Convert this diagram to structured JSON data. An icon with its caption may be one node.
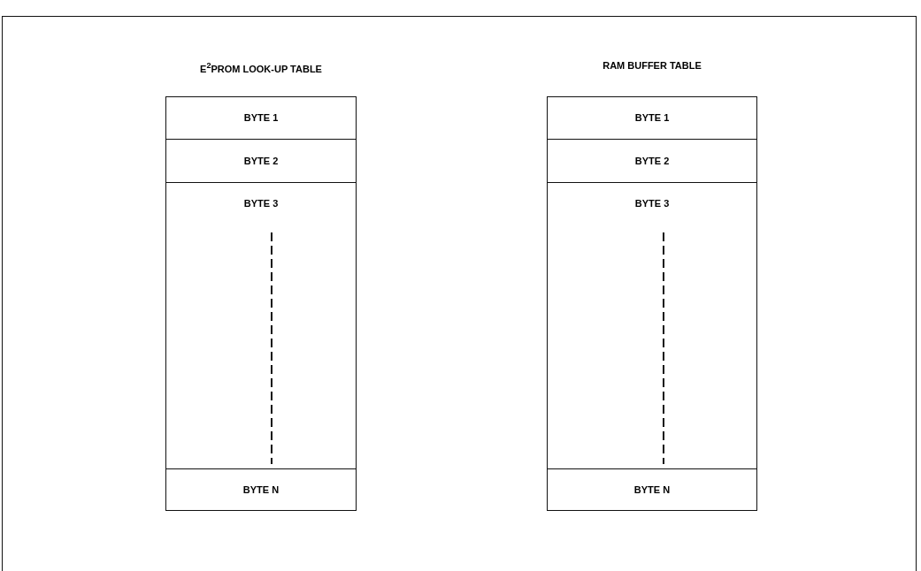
{
  "diagram": {
    "nodes": [
      {
        "text": [
          "E$^{2}$PROM LOOK-UP TABLE"
        ]
      },
      {
        "text": [
          "BYTE 1"
        ],
        "in": 0
      },
      {
        "text": [
          "BYTE 2"
        ],
        "in": 0
      },
      {
        "text": [
          "BYTE 3"
        ],
        "in": 0
      },
      {
        "text": [
          "BYTE N"
        ],
        "in": 0
      },
      {
        "text": [
          "RAM BUFFER TABLE"
        ]
      },
      {
        "text": [
          "BYTE 1"
        ],
        "in": 5
      },
      {
        "text": [
          "BYTE 2"
        ],
        "in": 5
      },
      {
        "text": [
          "BYTE 3"
        ],
        "in": 5
      },
      {
        "text": [
          "BYTE N"
        ],
        "in": 5
      }
    ]
  }
}
